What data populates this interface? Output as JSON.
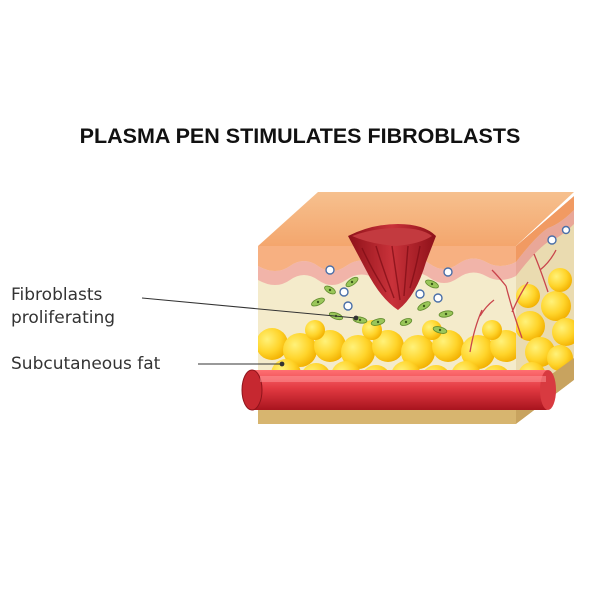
{
  "title": "PLASMA PEN STIMULATES FIBROBLASTS",
  "labels": {
    "fibroblasts_line1": "Fibroblasts",
    "fibroblasts_line2": "proliferating",
    "subcutaneous_fat": "Subcutaneous fat"
  },
  "colors": {
    "epidermis_top": "#f6b27e",
    "epidermis_side": "#f19a62",
    "dermis": "#f3e9c8",
    "dermis_side": "#e9d9ae",
    "fat": "#ffd23a",
    "fat_shadow": "#f0b400",
    "vessel": "#e0323c",
    "wound": "#b4232a",
    "fibroblast": "#8fbf4a"
  }
}
